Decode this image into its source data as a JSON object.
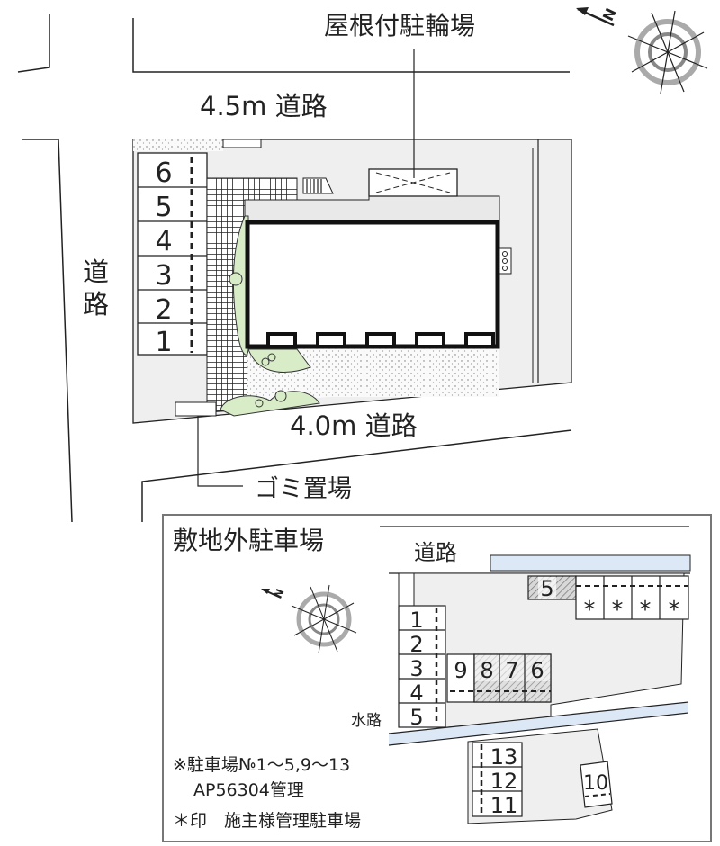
{
  "main_map": {
    "bicycle_shelter_label": "屋根付駐輪場",
    "top_road_label": "4.5m 道路",
    "left_road_label_1": "道",
    "left_road_label_2": "路",
    "bottom_road_label": "4.0m 道路",
    "garbage_label": "ゴミ置場",
    "parking_slots": [
      "6",
      "5",
      "4",
      "3",
      "2",
      "1"
    ],
    "compass_letter": "N"
  },
  "offsite_parking": {
    "title": "敷地外駐車場",
    "road_label": "道路",
    "waterway_label": "水路",
    "compass_letter": "N",
    "slots_left": [
      "1",
      "2",
      "3",
      "4",
      "5"
    ],
    "slots_middle": [
      "9",
      "8",
      "7",
      "6"
    ],
    "slot_top": "5",
    "owner_slots": [
      "*",
      "*",
      "*",
      "*"
    ],
    "slots_bottom": [
      "13",
      "12",
      "11"
    ],
    "slot_10": "10",
    "note_line_1": "※駐車場№1～5,9～13",
    "note_line_2": "AP56304管理",
    "note_line_3": "＊印　施主様管理駐車場"
  },
  "colors": {
    "ground": "#efefef",
    "green": "#d8ecc8",
    "water": "#dde8f6",
    "line": "#222222"
  }
}
